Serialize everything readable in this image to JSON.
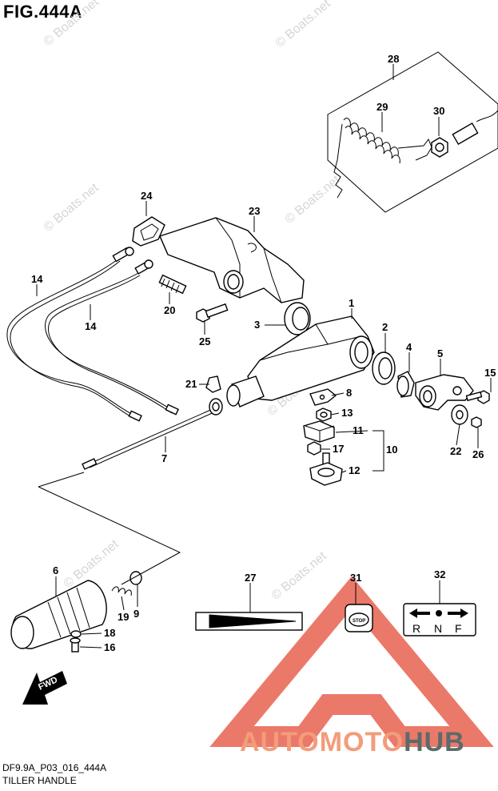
{
  "figure": {
    "title": "FIG.444A",
    "code": "DF9.9A_P03_016_444A",
    "name": "TILLER HANDLE"
  },
  "watermarks": [
    "© Boats.net",
    "© Boats.net",
    "© Boats.net",
    "© Boats.net",
    "© Boats.net",
    "© Boats.net",
    "© Boats.net"
  ],
  "brand": {
    "left": "AUTOMOTO",
    "right": "HUB",
    "left_color": "#f39c7a",
    "right_color": "#5a6b6a",
    "logo_color": "#e8614f"
  },
  "callouts": [
    "28",
    "29",
    "30",
    "24",
    "23",
    "14",
    "14",
    "20",
    "1",
    "3",
    "25",
    "2",
    "4",
    "5",
    "15",
    "21",
    "8",
    "13",
    "11",
    "10",
    "17",
    "12",
    "22",
    "26",
    "7",
    "6",
    "19",
    "9",
    "18",
    "16",
    "27",
    "31",
    "32"
  ],
  "labels": {
    "fwd": "FWD",
    "stop": "STOP",
    "shift_r": "R",
    "shift_n": "N",
    "shift_f": "F"
  }
}
